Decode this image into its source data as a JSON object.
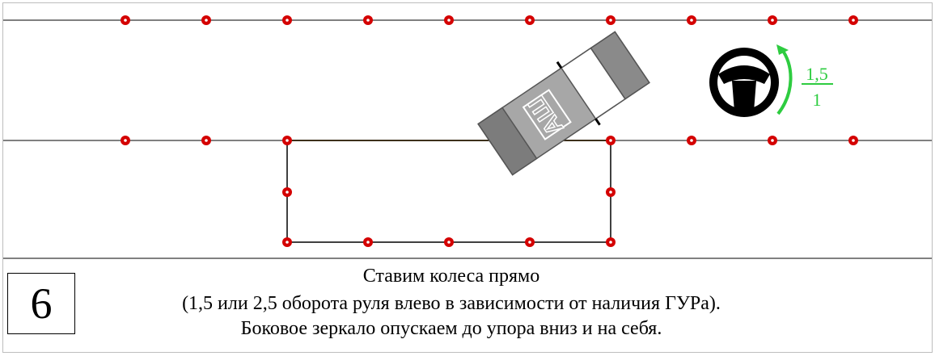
{
  "step_number": "6",
  "vehicle_plate": "АШ",
  "turn_fraction": {
    "numerator": "1,5",
    "denominator": "1"
  },
  "caption": {
    "line1": "Ставим колеса прямо",
    "line2": "(1,5 или 2,5 оборота руля влево в зависимости от наличия ГУРа).",
    "line3": "Боковое зеркало опускаем до упора вниз и на себя."
  },
  "colors": {
    "cone_marker": "#d40000",
    "turn_arrow": "#2ecc40",
    "steering_wheel": "#000000",
    "car_body_grey": "#a0a0a0",
    "car_dark_grey": "#7a7a7a",
    "guide_line": "#f5c16c"
  },
  "icons": [
    "steering-wheel-icon",
    "rotation-arrow-icon",
    "cone-marker-icon"
  ]
}
